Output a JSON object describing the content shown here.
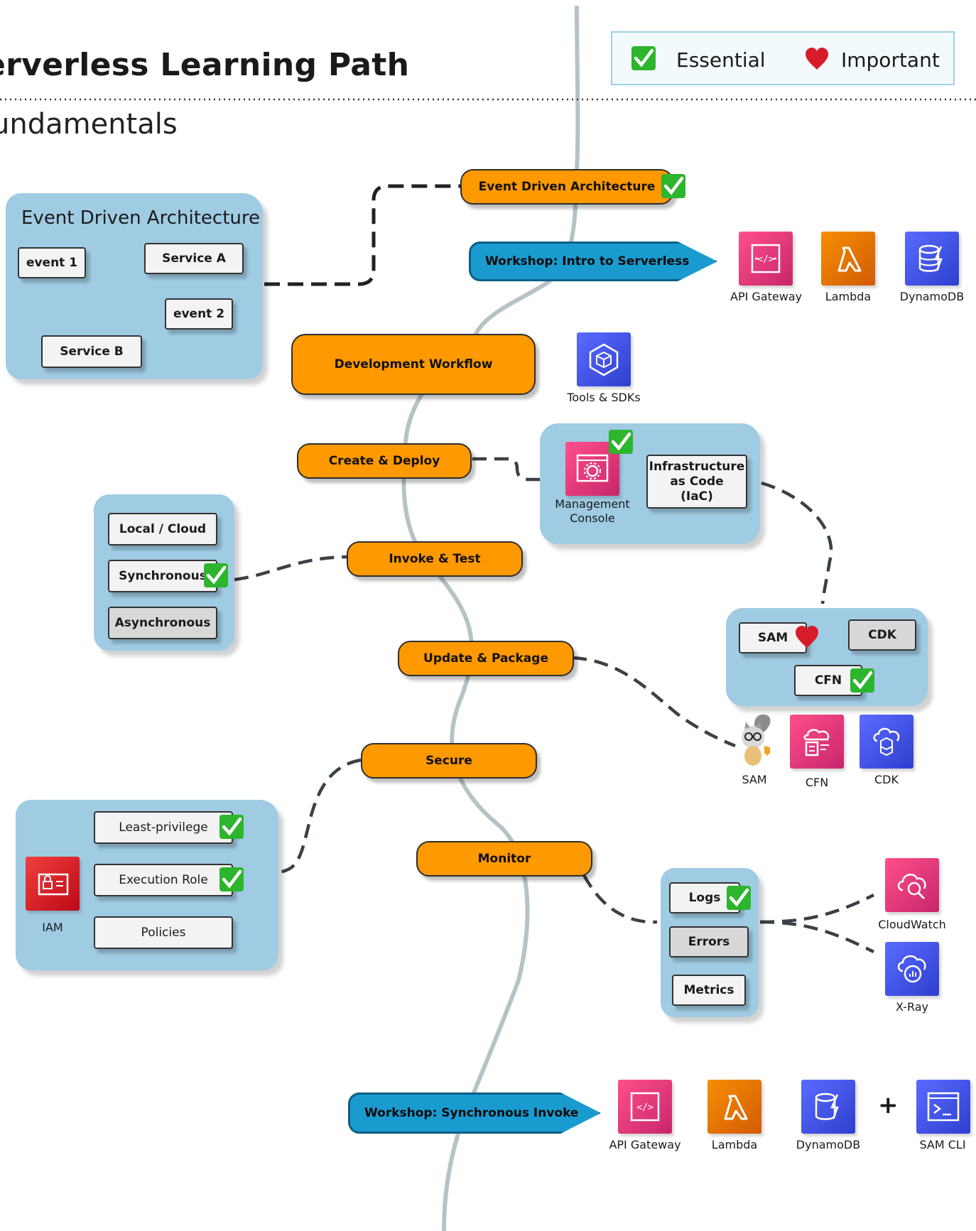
{
  "header": {
    "title": "erverless Learning Path",
    "subtitle": "undamentals"
  },
  "legend": {
    "essential": "Essential",
    "important": "Important"
  },
  "eda_panel": {
    "title": "Event Driven Architecture",
    "nodes": {
      "event1": "event 1",
      "serviceA": "Service A",
      "event2": "event 2",
      "serviceB": "Service B"
    }
  },
  "steps": {
    "eda": "Event Driven Architecture",
    "workshop_intro": "Workshop: Intro to Serverless",
    "dev_workflow": "Development Workflow",
    "create_deploy": "Create & Deploy",
    "invoke_test": "Invoke & Test",
    "update_package": "Update & Package",
    "secure": "Secure",
    "monitor": "Monitor",
    "workshop_sync": "Workshop: Synchronous Invoke"
  },
  "intro_services": [
    "API Gateway",
    "Lambda",
    "DynamoDB"
  ],
  "tools": {
    "label": "Tools & SDKs"
  },
  "deploy_panel": {
    "console_label_1": "Management",
    "console_label_2": "Console",
    "iac_1": "Infrastructure",
    "iac_2": "as Code",
    "iac_3": "(IaC)"
  },
  "invoke_panel": {
    "local_cloud": "Local / Cloud",
    "sync": "Synchronous",
    "async": "Asynchronous"
  },
  "iac_tools": {
    "sam": "SAM",
    "cdk": "CDK",
    "cfn": "CFN"
  },
  "package_icons": [
    "SAM",
    "CFN",
    "CDK"
  ],
  "secure_panel": {
    "iam": "IAM",
    "least": "Least-privilege",
    "role": "Execution Role",
    "policies": "Policies"
  },
  "monitor_panel": {
    "logs": "Logs",
    "errors": "Errors",
    "metrics": "Metrics"
  },
  "monitor_services": [
    "CloudWatch",
    "X-Ray"
  ],
  "sync_services": [
    "API Gateway",
    "Lambda",
    "DynamoDB",
    "SAM CLI"
  ],
  "plus": "+",
  "colors": {
    "step": "#ff9900",
    "panel": "#9fcbe3",
    "workshop": "#1a9bd0",
    "check": "#2db52d",
    "heart": "#d81b2a"
  }
}
